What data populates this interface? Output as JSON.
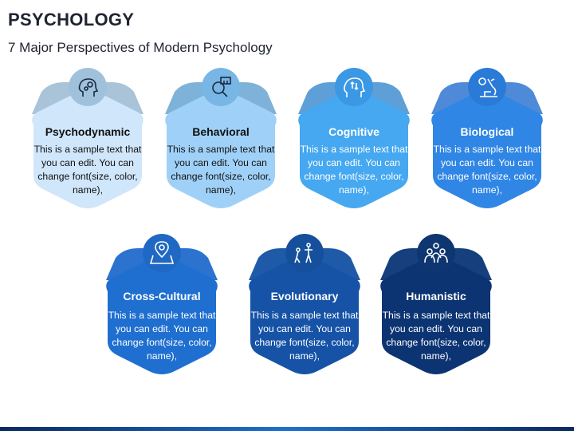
{
  "title": "PSYCHOLOGY",
  "subtitle": "7 Major Perspectives of Modern Psychology",
  "cards": [
    {
      "title": "Psychodynamic",
      "text": "This is a sample text that you can edit. You can change font(size, color, name),",
      "icon": "head-gears-icon",
      "fill": "#cfe6fb",
      "wing": "#a9c3d8",
      "circle": "#9fc1dc",
      "title_color": "#111111",
      "text_color": "#111111"
    },
    {
      "title": "Behavioral",
      "text": "This is a sample text that you can edit. You can change font(size, color, name),",
      "icon": "magnifier-brain-icon",
      "fill": "#9fd1f8",
      "wing": "#7fb2d8",
      "circle": "#78b6e6",
      "title_color": "#111111",
      "text_color": "#111111"
    },
    {
      "title": "Cognitive",
      "text": "This is a sample text that you can edit. You can change font(size, color, name),",
      "icon": "head-arrows-icon",
      "fill": "#45a8f1",
      "wing": "#5e9fd8",
      "circle": "#3a98e4",
      "title_color": "#ffffff",
      "text_color": "#ffffff"
    },
    {
      "title": "Biological",
      "text": "This is a sample text that you can edit. You can change font(size, color, name),",
      "icon": "microscope-icon",
      "fill": "#2f86e5",
      "wing": "#4f8ad8",
      "circle": "#2a7ad8",
      "title_color": "#ffffff",
      "text_color": "#ffffff"
    },
    {
      "title": "Cross-Cultural",
      "text": "This is a sample text that you can edit. You can change font(size, color, name),",
      "icon": "map-pin-icon",
      "fill": "#1f6fd0",
      "wing": "#2b73cf",
      "circle": "#1f68c4",
      "title_color": "#ffffff",
      "text_color": "#ffffff"
    },
    {
      "title": "Evolutionary",
      "text": "This is a sample text that you can edit. You can change font(size, color, name),",
      "icon": "evolution-figures-icon",
      "fill": "#1653a7",
      "wing": "#1e5aa8",
      "circle": "#164f9c",
      "title_color": "#ffffff",
      "text_color": "#ffffff"
    },
    {
      "title": "Humanistic",
      "text": "This is a sample text that you can edit. You can change font(size, color, name),",
      "icon": "people-group-icon",
      "fill": "#0c3473",
      "wing": "#153f7d",
      "circle": "#0e3670",
      "title_color": "#ffffff",
      "text_color": "#ffffff"
    }
  ]
}
